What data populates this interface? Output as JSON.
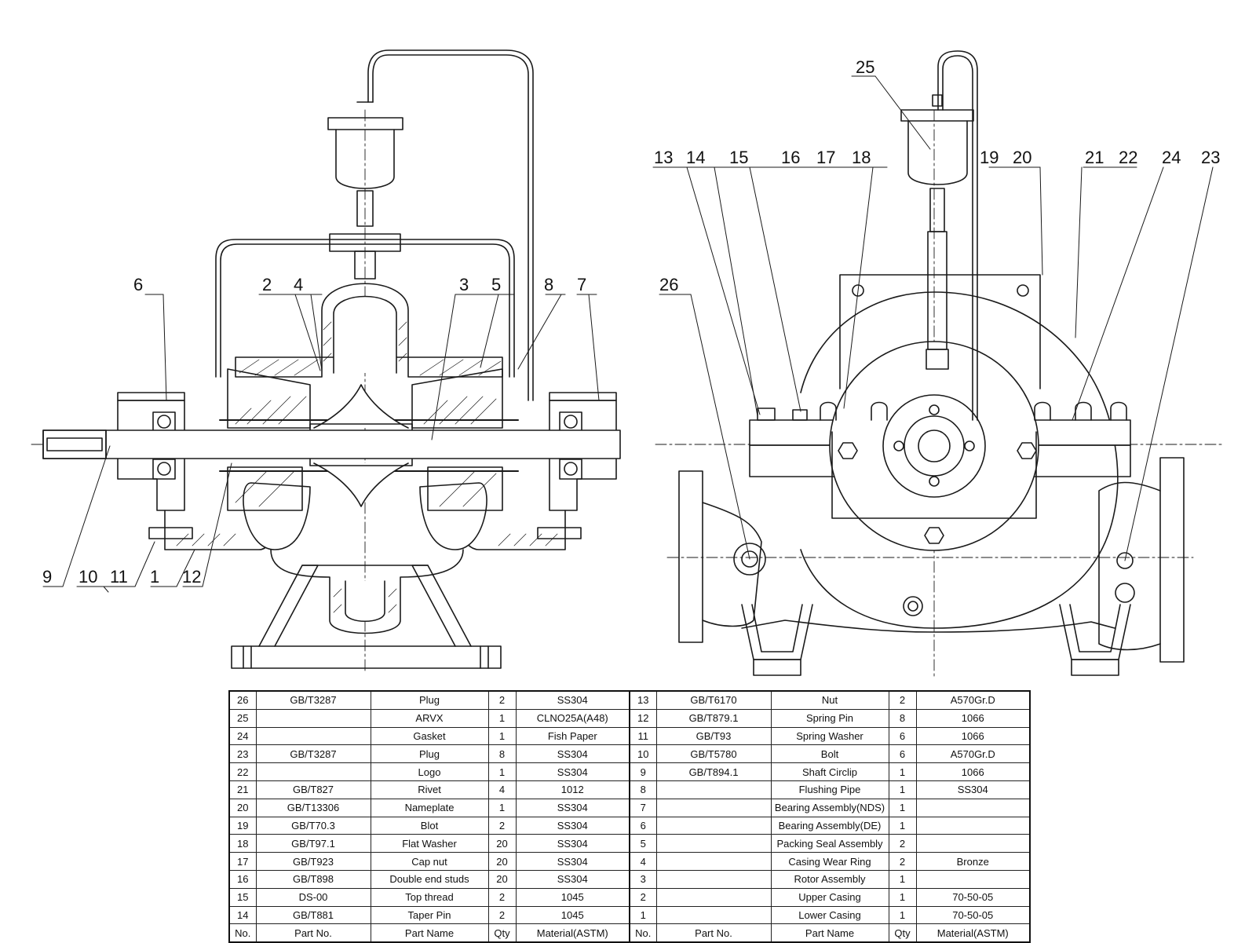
{
  "callouts": [
    "1",
    "2",
    "3",
    "4",
    "5",
    "6",
    "7",
    "8",
    "9",
    "10",
    "11",
    "12",
    "13",
    "14",
    "15",
    "16",
    "17",
    "18",
    "19",
    "20",
    "21",
    "22",
    "23",
    "24",
    "25",
    "26"
  ],
  "bom": {
    "header": {
      "no": "No.",
      "part_no": "Part No.",
      "part_name": "Part Name",
      "qty": "Qty",
      "material": "Material(ASTM)"
    },
    "left": [
      {
        "no": "26",
        "part_no": "GB/T3287",
        "name": "Plug",
        "qty": "2",
        "material": "SS304"
      },
      {
        "no": "25",
        "part_no": "",
        "name": "ARVX",
        "qty": "1",
        "material": "CLNO25A(A48)"
      },
      {
        "no": "24",
        "part_no": "",
        "name": "Gasket",
        "qty": "1",
        "material": "Fish Paper"
      },
      {
        "no": "23",
        "part_no": "GB/T3287",
        "name": "Plug",
        "qty": "8",
        "material": "SS304"
      },
      {
        "no": "22",
        "part_no": "",
        "name": "Logo",
        "qty": "1",
        "material": "SS304"
      },
      {
        "no": "21",
        "part_no": "GB/T827",
        "name": "Rivet",
        "qty": "4",
        "material": "1012"
      },
      {
        "no": "20",
        "part_no": "GB/T13306",
        "name": "Nameplate",
        "qty": "1",
        "material": "SS304"
      },
      {
        "no": "19",
        "part_no": "GB/T70.3",
        "name": "Blot",
        "qty": "2",
        "material": "SS304"
      },
      {
        "no": "18",
        "part_no": "GB/T97.1",
        "name": "Flat Washer",
        "qty": "20",
        "material": "SS304"
      },
      {
        "no": "17",
        "part_no": "GB/T923",
        "name": "Cap nut",
        "qty": "20",
        "material": "SS304"
      },
      {
        "no": "16",
        "part_no": "GB/T898",
        "name": "Double end studs",
        "qty": "20",
        "material": "SS304"
      },
      {
        "no": "15",
        "part_no": "DS-00",
        "name": "Top thread",
        "qty": "2",
        "material": "1045"
      },
      {
        "no": "14",
        "part_no": "GB/T881",
        "name": "Taper Pin",
        "qty": "2",
        "material": "1045"
      }
    ],
    "right": [
      {
        "no": "13",
        "part_no": "GB/T6170",
        "name": "Nut",
        "qty": "2",
        "material": "A570Gr.D"
      },
      {
        "no": "12",
        "part_no": "GB/T879.1",
        "name": "Spring Pin",
        "qty": "8",
        "material": "1066"
      },
      {
        "no": "11",
        "part_no": "GB/T93",
        "name": "Spring Washer",
        "qty": "6",
        "material": "1066"
      },
      {
        "no": "10",
        "part_no": "GB/T5780",
        "name": "Bolt",
        "qty": "6",
        "material": "A570Gr.D"
      },
      {
        "no": "9",
        "part_no": "GB/T894.1",
        "name": "Shaft Circlip",
        "qty": "1",
        "material": "1066"
      },
      {
        "no": "8",
        "part_no": "",
        "name": "Flushing Pipe",
        "qty": "1",
        "material": "SS304"
      },
      {
        "no": "7",
        "part_no": "",
        "name": "Bearing Assembly(NDS)",
        "qty": "1",
        "material": ""
      },
      {
        "no": "6",
        "part_no": "",
        "name": "Bearing Assembly(DE)",
        "qty": "1",
        "material": ""
      },
      {
        "no": "5",
        "part_no": "",
        "name": "Packing Seal Assembly",
        "qty": "2",
        "material": ""
      },
      {
        "no": "4",
        "part_no": "",
        "name": "Casing Wear Ring",
        "qty": "2",
        "material": "Bronze"
      },
      {
        "no": "3",
        "part_no": "",
        "name": "Rotor Assembly",
        "qty": "1",
        "material": ""
      },
      {
        "no": "2",
        "part_no": "",
        "name": "Upper Casing",
        "qty": "1",
        "material": "70-50-05"
      },
      {
        "no": "1",
        "part_no": "",
        "name": "Lower  Casing",
        "qty": "1",
        "material": "70-50-05"
      }
    ]
  }
}
